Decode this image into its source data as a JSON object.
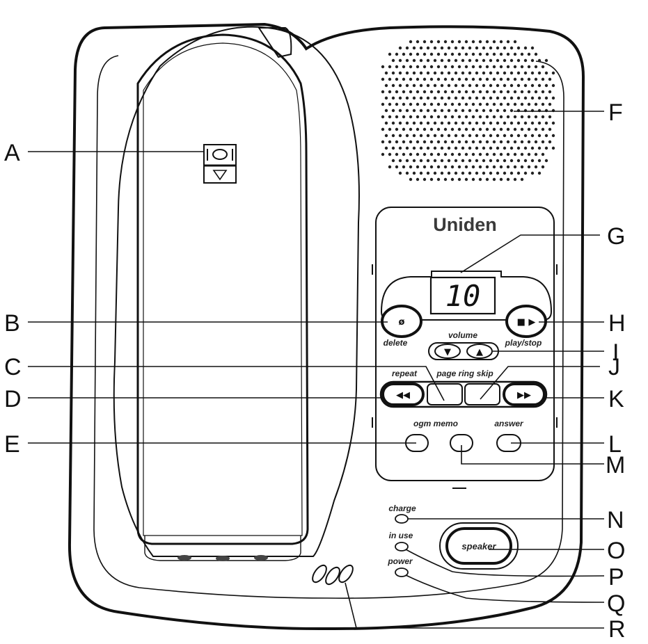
{
  "brand": "Uniden",
  "display_value": "10",
  "buttons": {
    "delete": {
      "symbol": "ø",
      "label": "delete"
    },
    "play_stop": {
      "symbol": "■ ▶",
      "label": "play/stop"
    },
    "volume": {
      "label": "volume",
      "down": "▼",
      "up": "▲"
    },
    "repeat": {
      "label": "repeat",
      "symbol": "◀◀"
    },
    "page_ring_skip": {
      "label": "page ring skip"
    },
    "skip": {
      "symbol": "▶▶"
    },
    "ogm_memo": {
      "label": "ogm memo"
    },
    "answer": {
      "label": "answer"
    },
    "speaker": {
      "label": "speaker"
    }
  },
  "indicators": {
    "charge": "charge",
    "in_use": "in use",
    "power": "power"
  },
  "callouts": [
    "A",
    "B",
    "C",
    "D",
    "E",
    "F",
    "G",
    "H",
    "I",
    "J",
    "K",
    "L",
    "M",
    "N",
    "O",
    "P",
    "Q",
    "R"
  ]
}
